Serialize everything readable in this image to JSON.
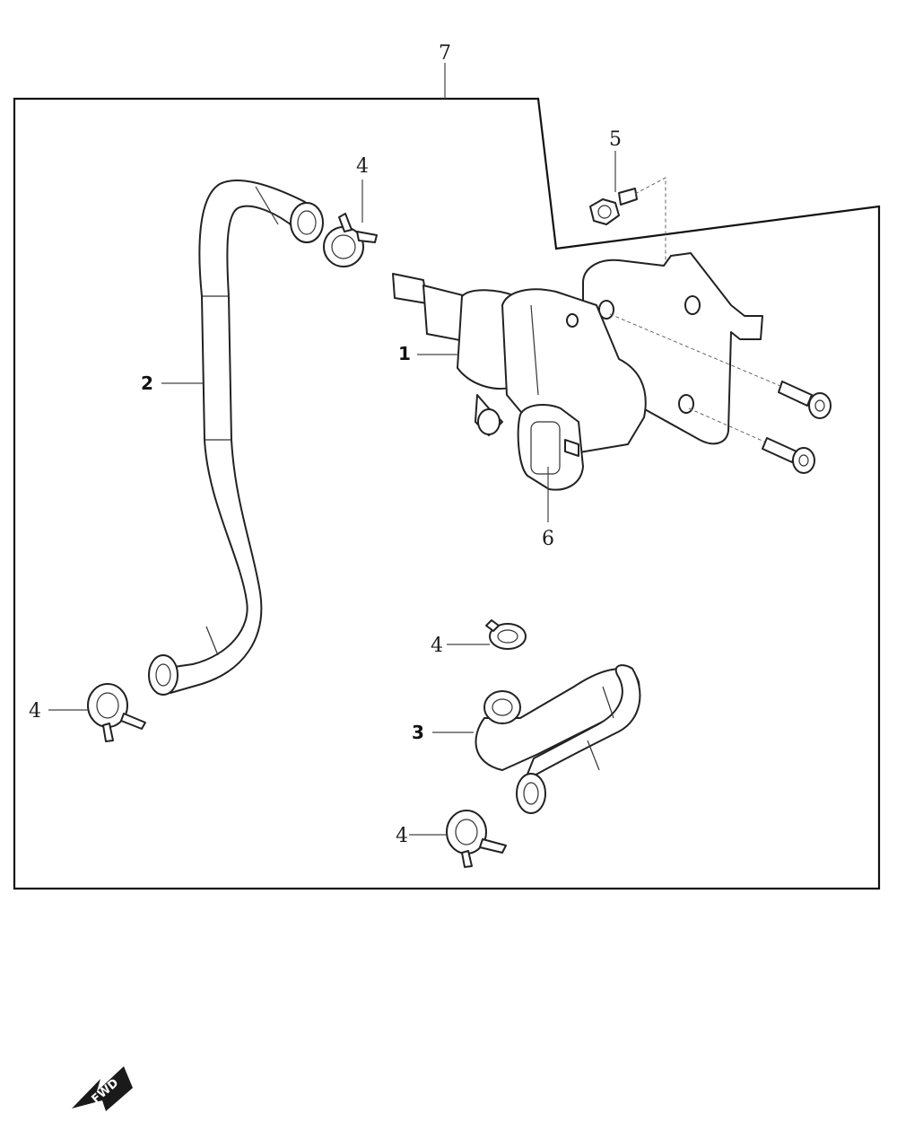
{
  "callouts": {
    "assembly": "7",
    "valve": "1",
    "hose_long": "2",
    "hose_short": "3",
    "clamp_top": "4",
    "clamp_left": "4",
    "clamp_mid": "4",
    "clamp_bottom": "4",
    "bolt": "5",
    "connector": "6"
  },
  "fwd_arrow": {
    "text": "FWD",
    "icon": "forward-direction-arrow-icon"
  }
}
